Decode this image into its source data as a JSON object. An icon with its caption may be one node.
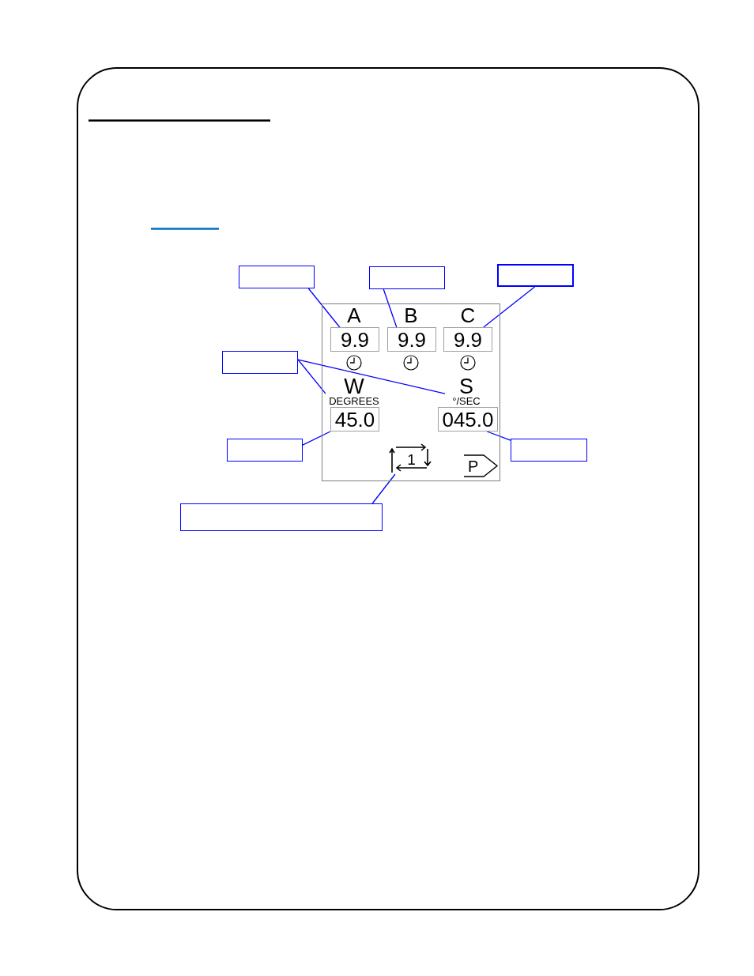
{
  "diagram": {
    "nodes": [
      {
        "text": [],
        "shape": "box"
      },
      {
        "text": [],
        "shape": "box"
      },
      {
        "text": [],
        "shape": "box"
      },
      {
        "text": [
          "A",
          "B",
          "C"
        ]
      },
      {
        "text": [
          "9.9"
        ],
        "in": 3
      },
      {
        "text": [
          "9.9"
        ],
        "in": 3
      },
      {
        "text": [
          "9.9"
        ],
        "in": 3
      },
      {
        "text": [],
        "shape": "box"
      },
      {
        "text": [
          "W",
          "DEGREES"
        ],
        "in": 3
      },
      {
        "text": [
          "S",
          "°/SEC"
        ],
        "in": 3
      },
      {
        "text": [
          "45.0"
        ],
        "in": 3
      },
      {
        "text": [
          "045.0"
        ],
        "in": 3
      },
      {
        "text": [],
        "shape": "box"
      },
      {
        "text": [],
        "shape": "box"
      },
      {
        "text": [
          "1"
        ],
        "in": 3
      },
      {
        "text": [
          "P"
        ],
        "in": 3
      },
      {
        "text": [],
        "shape": "box"
      }
    ],
    "edges": [
      {
        "from": 0,
        "to": 4,
        "arrow": "none"
      },
      {
        "from": 1,
        "to": 5,
        "arrow": "none"
      },
      {
        "from": 2,
        "to": 6,
        "arrow": "none"
      },
      {
        "from": 7,
        "to": 8,
        "arrow": "none"
      },
      {
        "from": 7,
        "to": 9,
        "arrow": "none"
      },
      {
        "from": 12,
        "to": 10,
        "arrow": "none"
      },
      {
        "from": 13,
        "to": 11,
        "arrow": "none"
      },
      {
        "from": 16,
        "to": 14,
        "arrow": "none"
      }
    ]
  }
}
